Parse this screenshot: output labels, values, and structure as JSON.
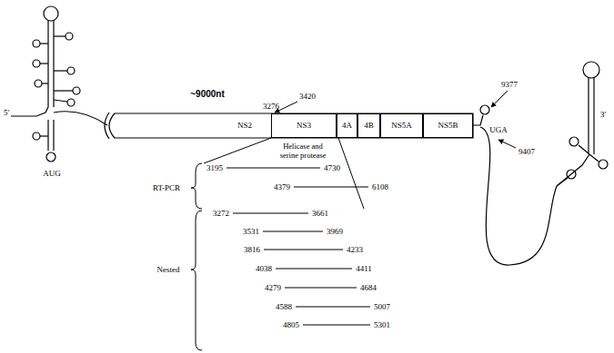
{
  "diagram": {
    "nodes": [
      {
        "text": [
          "NS2"
        ]
      },
      {
        "text": [
          "NS3",
          "Helicase and serine protease"
        ]
      },
      {
        "text": [
          "4A"
        ]
      },
      {
        "text": [
          "4B"
        ]
      },
      {
        "text": [
          "NS5A"
        ]
      },
      {
        "text": [
          "NS5B"
        ]
      }
    ],
    "labels": [
      "5'",
      "AUG",
      "~9000nt",
      "3276",
      "3420",
      "9377",
      "UGA",
      "9407",
      "3'",
      "RT-PCR",
      "Nested",
      "3195",
      "4730",
      "4379",
      "6108",
      "3272",
      "3661",
      "3531",
      "3969",
      "3816",
      "4233",
      "4038",
      "4411",
      "4279",
      "4684",
      "4588",
      "5007",
      "4805",
      "5301"
    ]
  }
}
